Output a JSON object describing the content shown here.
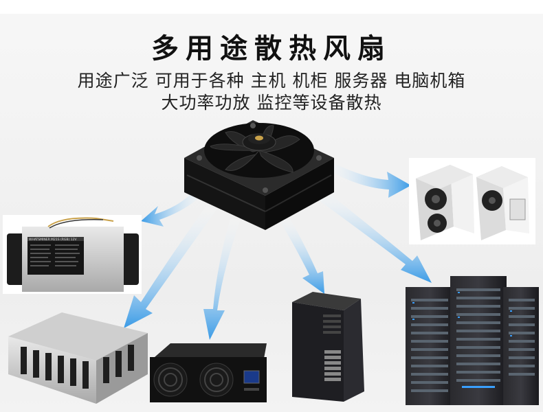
{
  "heading": {
    "title": "多用途散热风扇",
    "line1": "用途广泛  可用于各种  主机  机柜  服务器  电脑机箱",
    "line2": "大功率功放  监控等设备散热"
  },
  "devices": {
    "miner_panel": {
      "header": "WHATSMINER M21S (RGB) 12V"
    }
  },
  "colors": {
    "arrow": "#4aa3e8",
    "fan_body": "#1b1b1b",
    "background": "#f0f0f0"
  }
}
